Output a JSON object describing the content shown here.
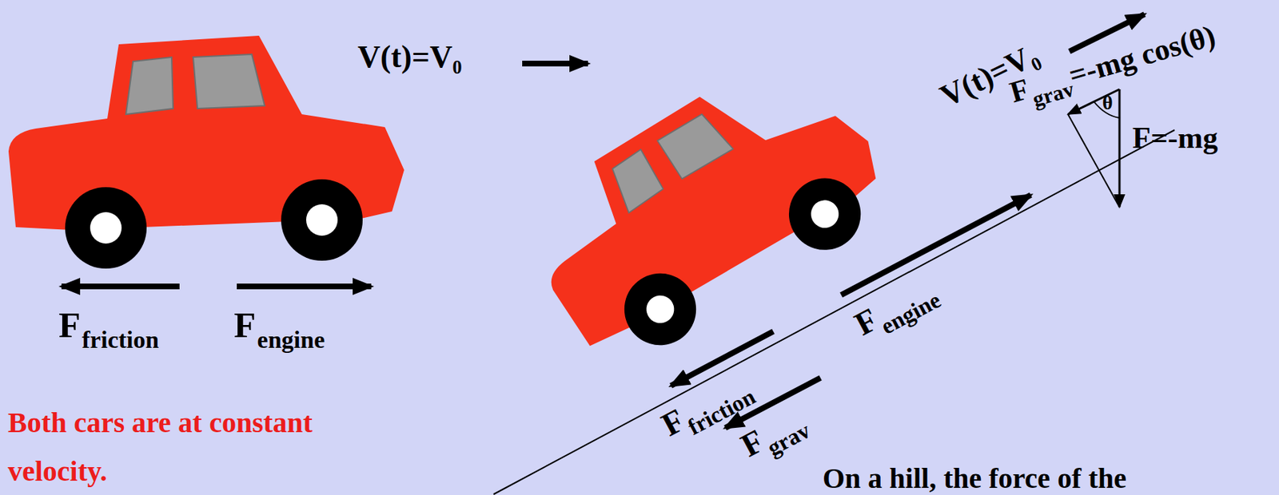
{
  "diagram": {
    "labels": [
      "V(t)=V₀",
      "F",
      "friction",
      "F",
      "engine",
      "Both cars are at constant",
      "velocity.",
      "V(t)=V₀",
      "F",
      "engine",
      "F",
      "friction",
      "F",
      "grav",
      "F",
      "grav",
      "=-mg cos(θ)",
      "θ",
      "F=-mg",
      "On a hill, the force of the"
    ]
  }
}
